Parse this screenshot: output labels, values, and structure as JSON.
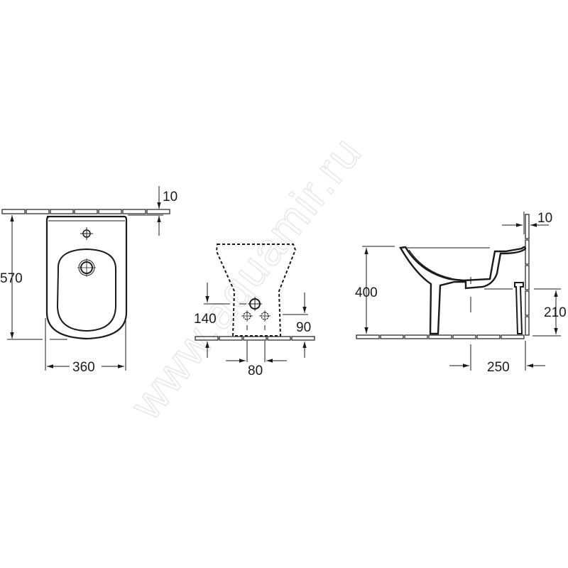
{
  "watermark": "www.aquamir.ru",
  "colors": {
    "line": "#1a1a1a",
    "background": "#ffffff",
    "watermark": "#e6e6e6"
  },
  "views": {
    "top": {
      "label": "top-view",
      "dims": {
        "wall_gap": "10",
        "depth": "570",
        "width": "360"
      }
    },
    "front": {
      "label": "front-view",
      "dims": {
        "inlet_height": "140",
        "drain_height": "90",
        "drain_spacing": "80"
      }
    },
    "side": {
      "label": "side-view",
      "dims": {
        "wall_gap": "10",
        "rim_height": "400",
        "outlet_height": "210",
        "outlet_offset": "250"
      }
    }
  }
}
